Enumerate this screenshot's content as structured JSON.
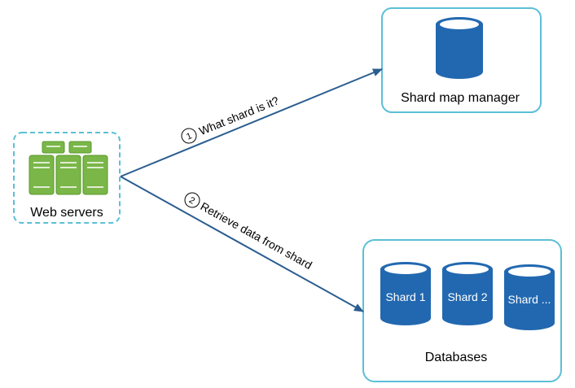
{
  "nodes": {
    "web_servers": {
      "label": "Web servers",
      "icon": "server-rack-icon"
    },
    "shard_map_manager": {
      "label": "Shard map manager",
      "icon": "database-icon"
    },
    "databases": {
      "label": "Databases",
      "shards": [
        {
          "label": "Shard 1"
        },
        {
          "label": "Shard 2"
        },
        {
          "label": "Shard ..."
        }
      ]
    }
  },
  "edges": [
    {
      "step": "1",
      "label": "What shard is it?"
    },
    {
      "step": "2",
      "label": "Retrieve data from shard"
    }
  ],
  "colors": {
    "box_border": "#5bbfd6",
    "arrow": "#2a5d90",
    "db_fill": "#2268b0",
    "db_top": "#ffffff",
    "server_fill": "#7ab648",
    "server_stroke": "#5a9a2e"
  }
}
